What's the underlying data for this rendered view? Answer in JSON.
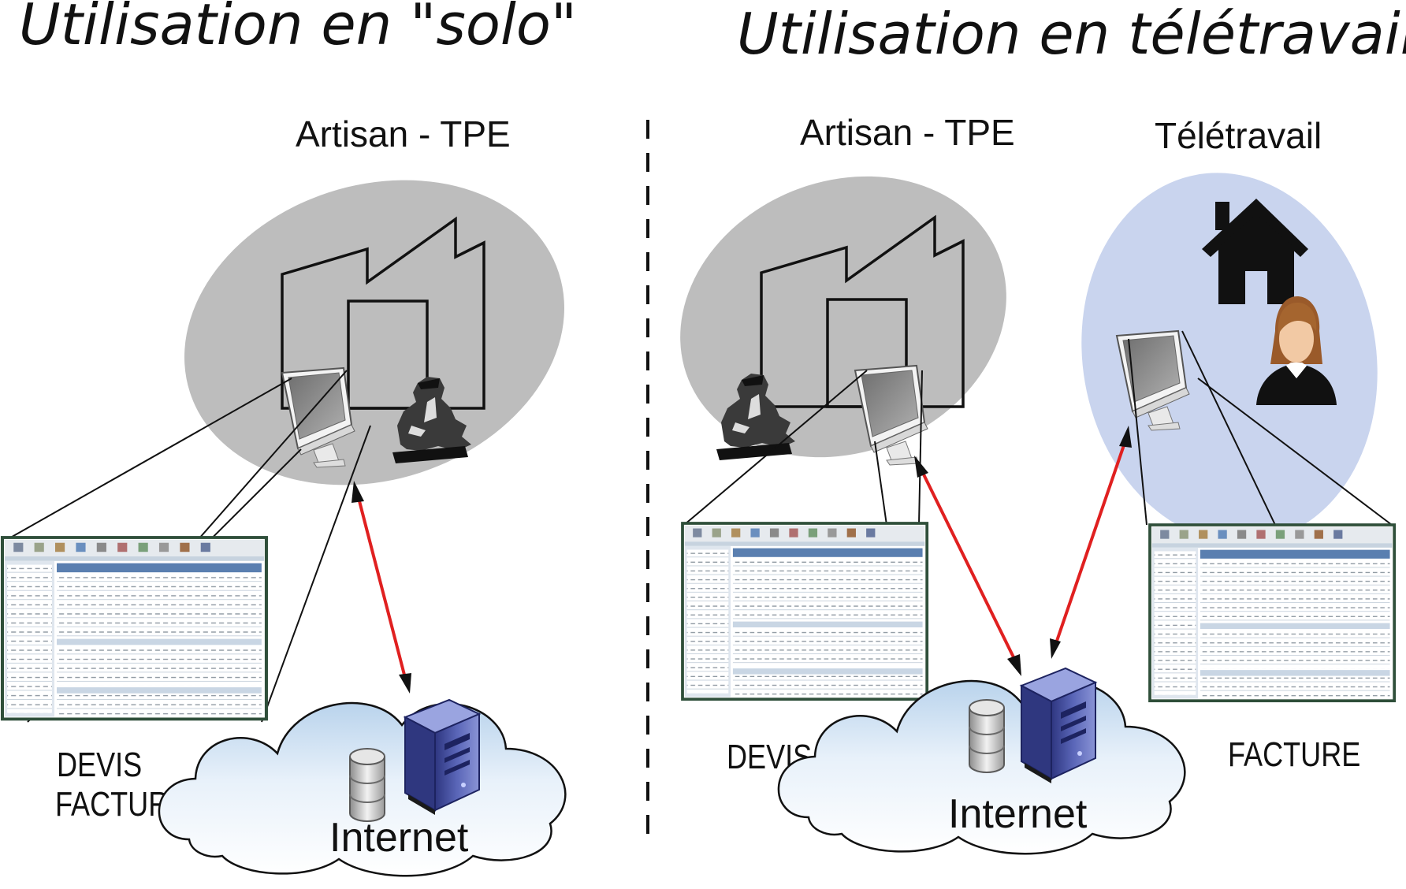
{
  "headings": {
    "solo": "Utilisation en \"solo\"",
    "remote": "Utilisation en télétravail"
  },
  "labels": {
    "solo_site": "Artisan - TPE",
    "remote_site": "Artisan - TPE",
    "remote_home": "Télétravail",
    "solo_docs_line1": "DEVIS",
    "solo_docs_line2": "FACTURE",
    "remote_doc_left": "DEVIS",
    "remote_doc_right": "FACTURE",
    "internet_solo": "Internet",
    "internet_remote": "Internet"
  },
  "colors": {
    "site_zone": "#bdbdbd",
    "home_zone": "#c9d4ee",
    "cloud_fill": "#dce9f6",
    "link_arrow": "#e02020",
    "server": "#4a56a8",
    "screenshot_frame": "#2f4f3a"
  },
  "icons": {
    "factory": "factory-icon",
    "house": "house-icon",
    "worker": "worker-icon",
    "person": "person-icon",
    "monitor": "monitor-icon",
    "server": "server-icon",
    "database": "database-icon",
    "cloud": "cloud-icon"
  }
}
